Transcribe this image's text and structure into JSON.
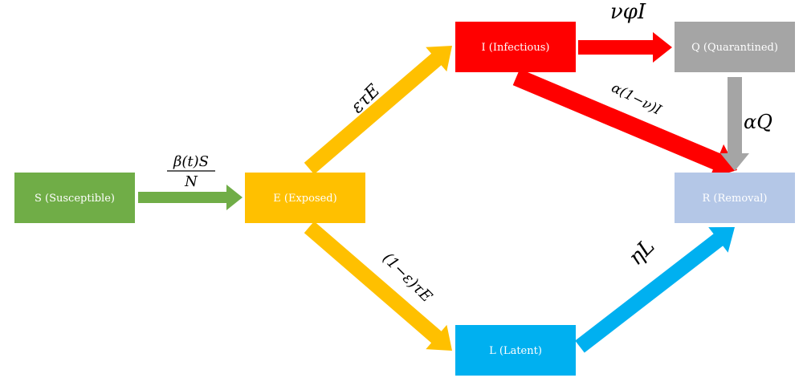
{
  "nodes": {
    "s": {
      "label": "S (Susceptible)",
      "color": "#70ad47",
      "text_color": "#ffffff"
    },
    "e": {
      "label": "E (Exposed)",
      "color": "#ffc000",
      "text_color": "#ffffff"
    },
    "i": {
      "label": "I (Infectious)",
      "color": "#ff0000",
      "text_color": "#ffffff"
    },
    "q": {
      "label": "Q (Quarantined)",
      "color": "#a5a5a5",
      "text_color": "#ffffff"
    },
    "r": {
      "label": "R (Removal)",
      "color": "#b4c7e7",
      "text_color": "#ffffff"
    },
    "l": {
      "label": "L (Latent)",
      "color": "#00b0f0",
      "text_color": "#ffffff"
    }
  },
  "rates": {
    "s_to_e_numerator": "β(t)S",
    "s_to_e_denominator": "N",
    "e_to_i": "ετE",
    "e_to_l": "(1−ε)τE",
    "i_to_q": "νφI",
    "i_to_r": "α(1−ν)I",
    "q_to_r": "αQ",
    "l_to_r": "ηL"
  },
  "arrow_colors": {
    "s_to_e": "#70ad47",
    "e_to_i": "#ffc000",
    "e_to_l": "#ffc000",
    "i_to_q": "#ff0000",
    "i_to_r": "#ff0000",
    "q_to_r": "#a5a5a5",
    "l_to_r": "#00b0f0"
  }
}
